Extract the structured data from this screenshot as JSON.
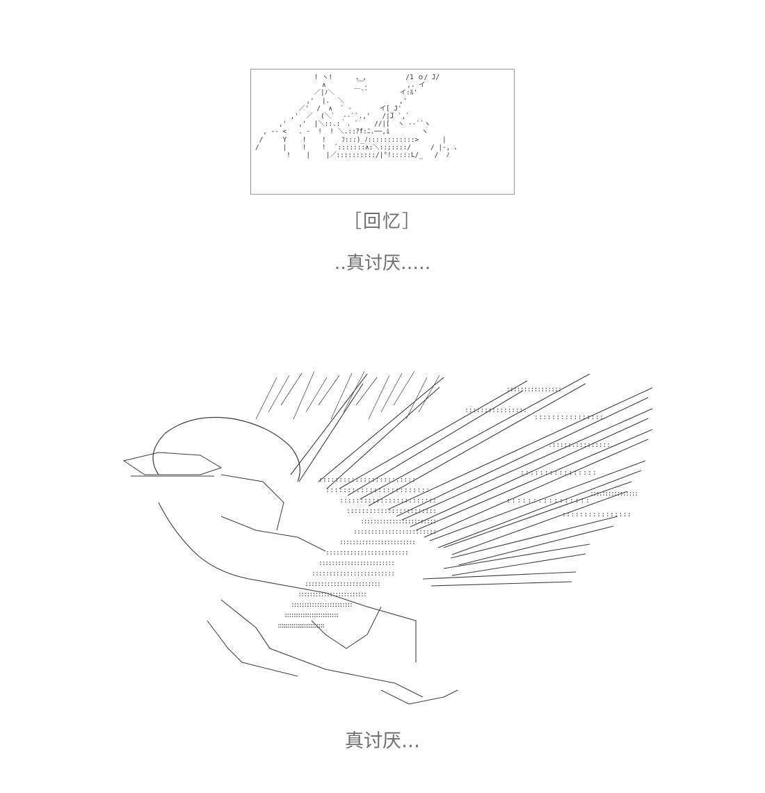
{
  "flashback_panel": {
    "art_lines": [
      "               ! ヽ!      、,          /1 ｏ/ J/",
      "                 ∧        ￣.          ,. イ",
      "               ／|ﾉ＼     ￣``        イ:ﾙ'",
      "             ,'  |.  ＼              ,'",
      "           ／'  /  ∧  ` -       イ[_J'",
      "         ,'  ／  (＼`  --``.,'   /|J `,`",
      "      ,'   ,'  |＼::.:｀. `    //|[  ヽ --``ヽ",
      "  , -- <   . -  !  ! ＼.::ｱf:ﾆ.──,i        ヽ",
      " /     Y    !    !    ﾌ:::)_ﾉ::::::::::::>      |",
      "/      |    !    !  ´:::::::∧:＼:::::::/     / |-, 、",
      "        !    |    |／::::::::::/|°!:::::L/_   /  ﾉ"
    ],
    "memory_caption": "［回忆］",
    "quote_caption": "‥真讨厌…‥"
  },
  "scene": {
    "caption": "真讨厌…"
  },
  "colors": {
    "background": "#ffffff",
    "panel_border": "#9a9a9a",
    "caption_text": "#6f6f6f",
    "art_stroke": "#3c3c3c"
  }
}
